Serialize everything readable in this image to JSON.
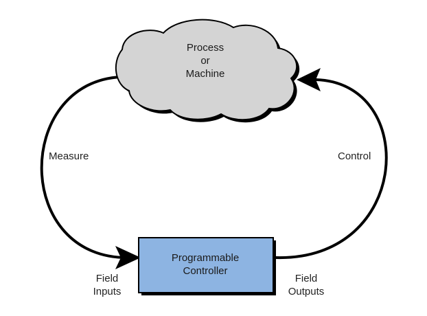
{
  "diagram": {
    "process_node": {
      "lines": [
        "Process",
        "or",
        "Machine"
      ]
    },
    "controller_node": {
      "lines": [
        "Programmable",
        "Controller"
      ]
    },
    "labels": {
      "measure": "Measure",
      "control": "Control",
      "field_inputs": [
        "Field",
        "Inputs"
      ],
      "field_outputs": [
        "Field",
        "Outputs"
      ]
    },
    "colors": {
      "cloud_fill": "#d4d4d4",
      "controller_fill": "#8db4e2",
      "stroke": "#000000",
      "shadow": "#000000"
    }
  }
}
